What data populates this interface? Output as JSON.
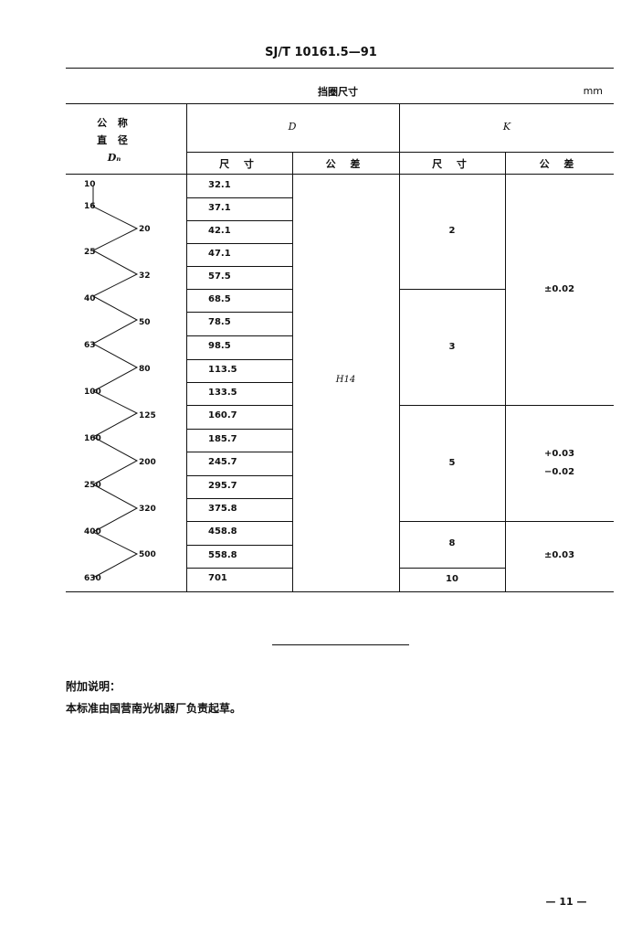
{
  "header": {
    "standard_code": "SJ/T 10161.5—91"
  },
  "table": {
    "title": "挡圈尺寸",
    "unit": "mm",
    "col_nominal": [
      "公 称",
      "直 径",
      "Dₙ"
    ],
    "group_D": "D",
    "group_K": "K",
    "sub_size": "尺 寸",
    "sub_tol": "公 差",
    "nominal_diameters": [
      "10",
      "16",
      "20",
      "25",
      "32",
      "40",
      "50",
      "63",
      "80",
      "100",
      "125",
      "160",
      "200",
      "250",
      "320",
      "400",
      "500",
      "630"
    ],
    "D_sizes": [
      "32.1",
      "37.1",
      "42.1",
      "47.1",
      "57.5",
      "68.5",
      "78.5",
      "98.5",
      "113.5",
      "133.5",
      "160.7",
      "185.7",
      "245.7",
      "295.7",
      "375.8",
      "458.8",
      "558.8",
      "701"
    ],
    "D_tolerance": "H14",
    "K_sizes": [
      "2",
      "3",
      "5",
      "8",
      "10"
    ],
    "K_tolerances": [
      "±0.02",
      "+0.03",
      "−0.02",
      "±0.03"
    ]
  },
  "notes": {
    "heading": "附加说明：",
    "text": "本标准由国营南光机器厂负责起草。"
  },
  "footer": {
    "page": "— 11 —"
  }
}
